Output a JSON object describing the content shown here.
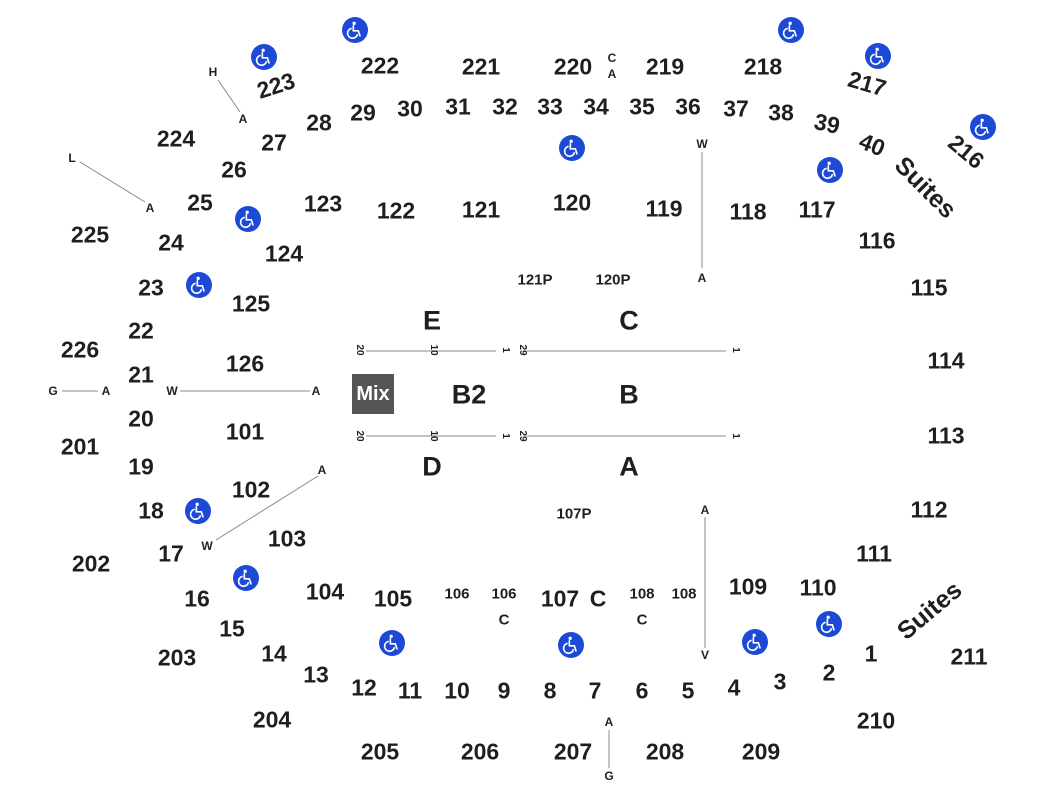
{
  "sections_upper": {
    "s222": "222",
    "s221": "221",
    "s220": "220",
    "s219": "219",
    "s218": "218",
    "s223": "223",
    "s217": "217",
    "s216": "216",
    "s224": "224",
    "s225": "225",
    "s226": "226",
    "s201": "201",
    "s202": "202",
    "s203": "203",
    "s204": "204",
    "s205": "205",
    "s206": "206",
    "s207": "207",
    "s208": "208",
    "s209": "209",
    "s210": "210",
    "s211": "211"
  },
  "rows_ring": {
    "r28": "28",
    "r29": "29",
    "r30": "30",
    "r31": "31",
    "r32": "32",
    "r33": "33",
    "r34": "34",
    "r35": "35",
    "r36": "36",
    "r37": "37",
    "r38": "38",
    "r39": "39",
    "r40": "40",
    "r27": "27",
    "r26": "26",
    "r25": "25",
    "r24": "24",
    "r23": "23",
    "r22": "22",
    "r21": "21",
    "r20": "20",
    "r19": "19",
    "r18": "18",
    "r17": "17",
    "r16": "16",
    "r15": "15",
    "r14": "14",
    "r13": "13",
    "r12": "12",
    "r11": "11",
    "r10": "10",
    "r9": "9",
    "r8": "8",
    "r7": "7",
    "r6": "6",
    "r5": "5",
    "r4": "4",
    "r3": "3",
    "r2": "2",
    "r1": "1"
  },
  "sections_lower": {
    "s123": "123",
    "s122": "122",
    "s121": "121",
    "s120": "120",
    "s119": "119",
    "s118": "118",
    "s117": "117",
    "s116": "116",
    "s115": "115",
    "s114": "114",
    "s113": "113",
    "s112": "112",
    "s111": "111",
    "s110": "110",
    "s109": "109",
    "s124": "124",
    "s125": "125",
    "s126": "126",
    "s101": "101",
    "s102": "102",
    "s103": "103",
    "s104": "104",
    "s105": "105",
    "s106a": "106",
    "s106b": "106",
    "s107": "107",
    "s107c": "C",
    "s108a": "108",
    "s108b": "108",
    "c106": "C",
    "c108": "C"
  },
  "floor": {
    "E": "E",
    "C": "C",
    "B2": "B2",
    "B": "B",
    "D": "D",
    "A": "A",
    "p121": "121P",
    "p120": "120P",
    "p107": "107P",
    "mix": "Mix",
    "t20a": "20",
    "t10a": "10",
    "t1a": "1",
    "t29a": "29",
    "t1b": "1",
    "t20b": "20",
    "t10b": "10",
    "t1c": "1",
    "t29b": "29",
    "t1d": "1"
  },
  "markers": {
    "H": "H",
    "A_h": "A",
    "L": "L",
    "A_l": "A",
    "G_left": "G",
    "A_left": "A",
    "W_left": "W",
    "A_mid": "A",
    "A_diag": "A",
    "W_diag": "W",
    "CA_C": "C",
    "CA_A": "A",
    "W_top": "W",
    "A_top": "A",
    "A_bot": "A",
    "V_bot": "V",
    "A_g": "A",
    "G_bot": "G"
  },
  "suites": {
    "north": "Suites",
    "south": "Suites"
  },
  "accessible_icon": "wheelchair-icon",
  "colors": {
    "accessible": "#1c49d6",
    "mix_bg": "#555555",
    "text": "#1f1f1f",
    "line": "#888888"
  }
}
